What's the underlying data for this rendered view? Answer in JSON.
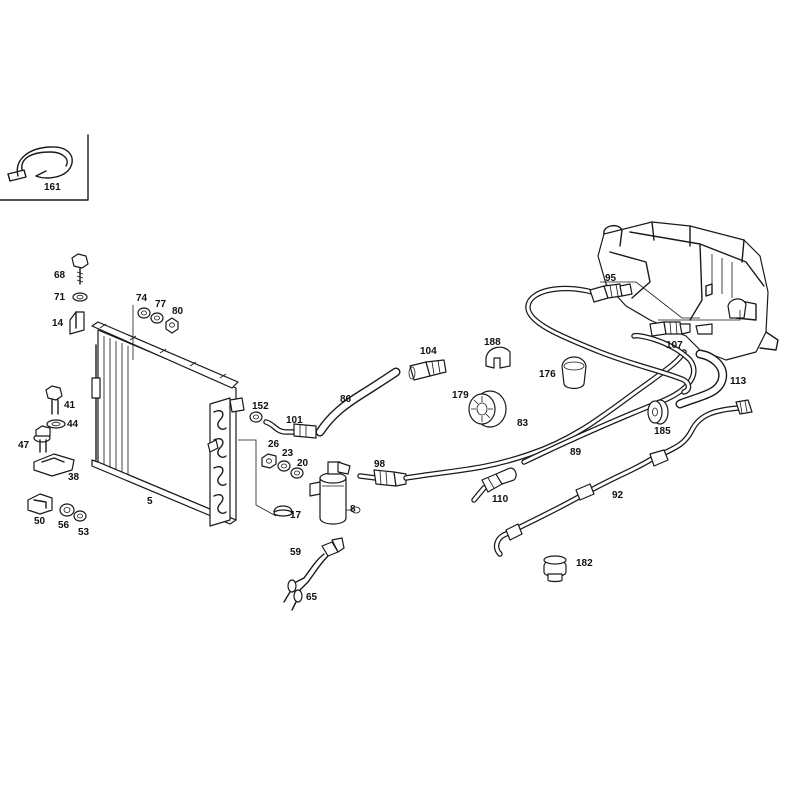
{
  "diagram": {
    "callouts": [
      {
        "id": "161",
        "text": "161"
      },
      {
        "id": "68",
        "text": "68"
      },
      {
        "id": "71",
        "text": "71"
      },
      {
        "id": "14",
        "text": "14"
      },
      {
        "id": "74",
        "text": "74"
      },
      {
        "id": "77",
        "text": "77"
      },
      {
        "id": "80",
        "text": "80"
      },
      {
        "id": "41",
        "text": "41"
      },
      {
        "id": "44",
        "text": "44"
      },
      {
        "id": "47",
        "text": "47"
      },
      {
        "id": "38",
        "text": "38"
      },
      {
        "id": "50",
        "text": "50"
      },
      {
        "id": "56",
        "text": "56"
      },
      {
        "id": "53",
        "text": "53"
      },
      {
        "id": "5",
        "text": "5"
      },
      {
        "id": "152",
        "text": "152"
      },
      {
        "id": "101",
        "text": "101"
      },
      {
        "id": "26",
        "text": "26"
      },
      {
        "id": "23",
        "text": "23"
      },
      {
        "id": "20",
        "text": "20"
      },
      {
        "id": "17",
        "text": "17"
      },
      {
        "id": "8",
        "text": "8"
      },
      {
        "id": "98",
        "text": "98"
      },
      {
        "id": "86",
        "text": "86"
      },
      {
        "id": "104",
        "text": "104"
      },
      {
        "id": "188",
        "text": "188"
      },
      {
        "id": "179",
        "text": "179"
      },
      {
        "id": "176",
        "text": "176"
      },
      {
        "id": "83",
        "text": "83"
      },
      {
        "id": "89",
        "text": "89"
      },
      {
        "id": "110",
        "text": "110"
      },
      {
        "id": "95",
        "text": "95"
      },
      {
        "id": "107",
        "text": "107"
      },
      {
        "id": "113",
        "text": "113"
      },
      {
        "id": "185",
        "text": "185"
      },
      {
        "id": "92",
        "text": "92"
      },
      {
        "id": "182",
        "text": "182"
      },
      {
        "id": "59",
        "text": "59"
      },
      {
        "id": "65",
        "text": "65"
      }
    ]
  }
}
